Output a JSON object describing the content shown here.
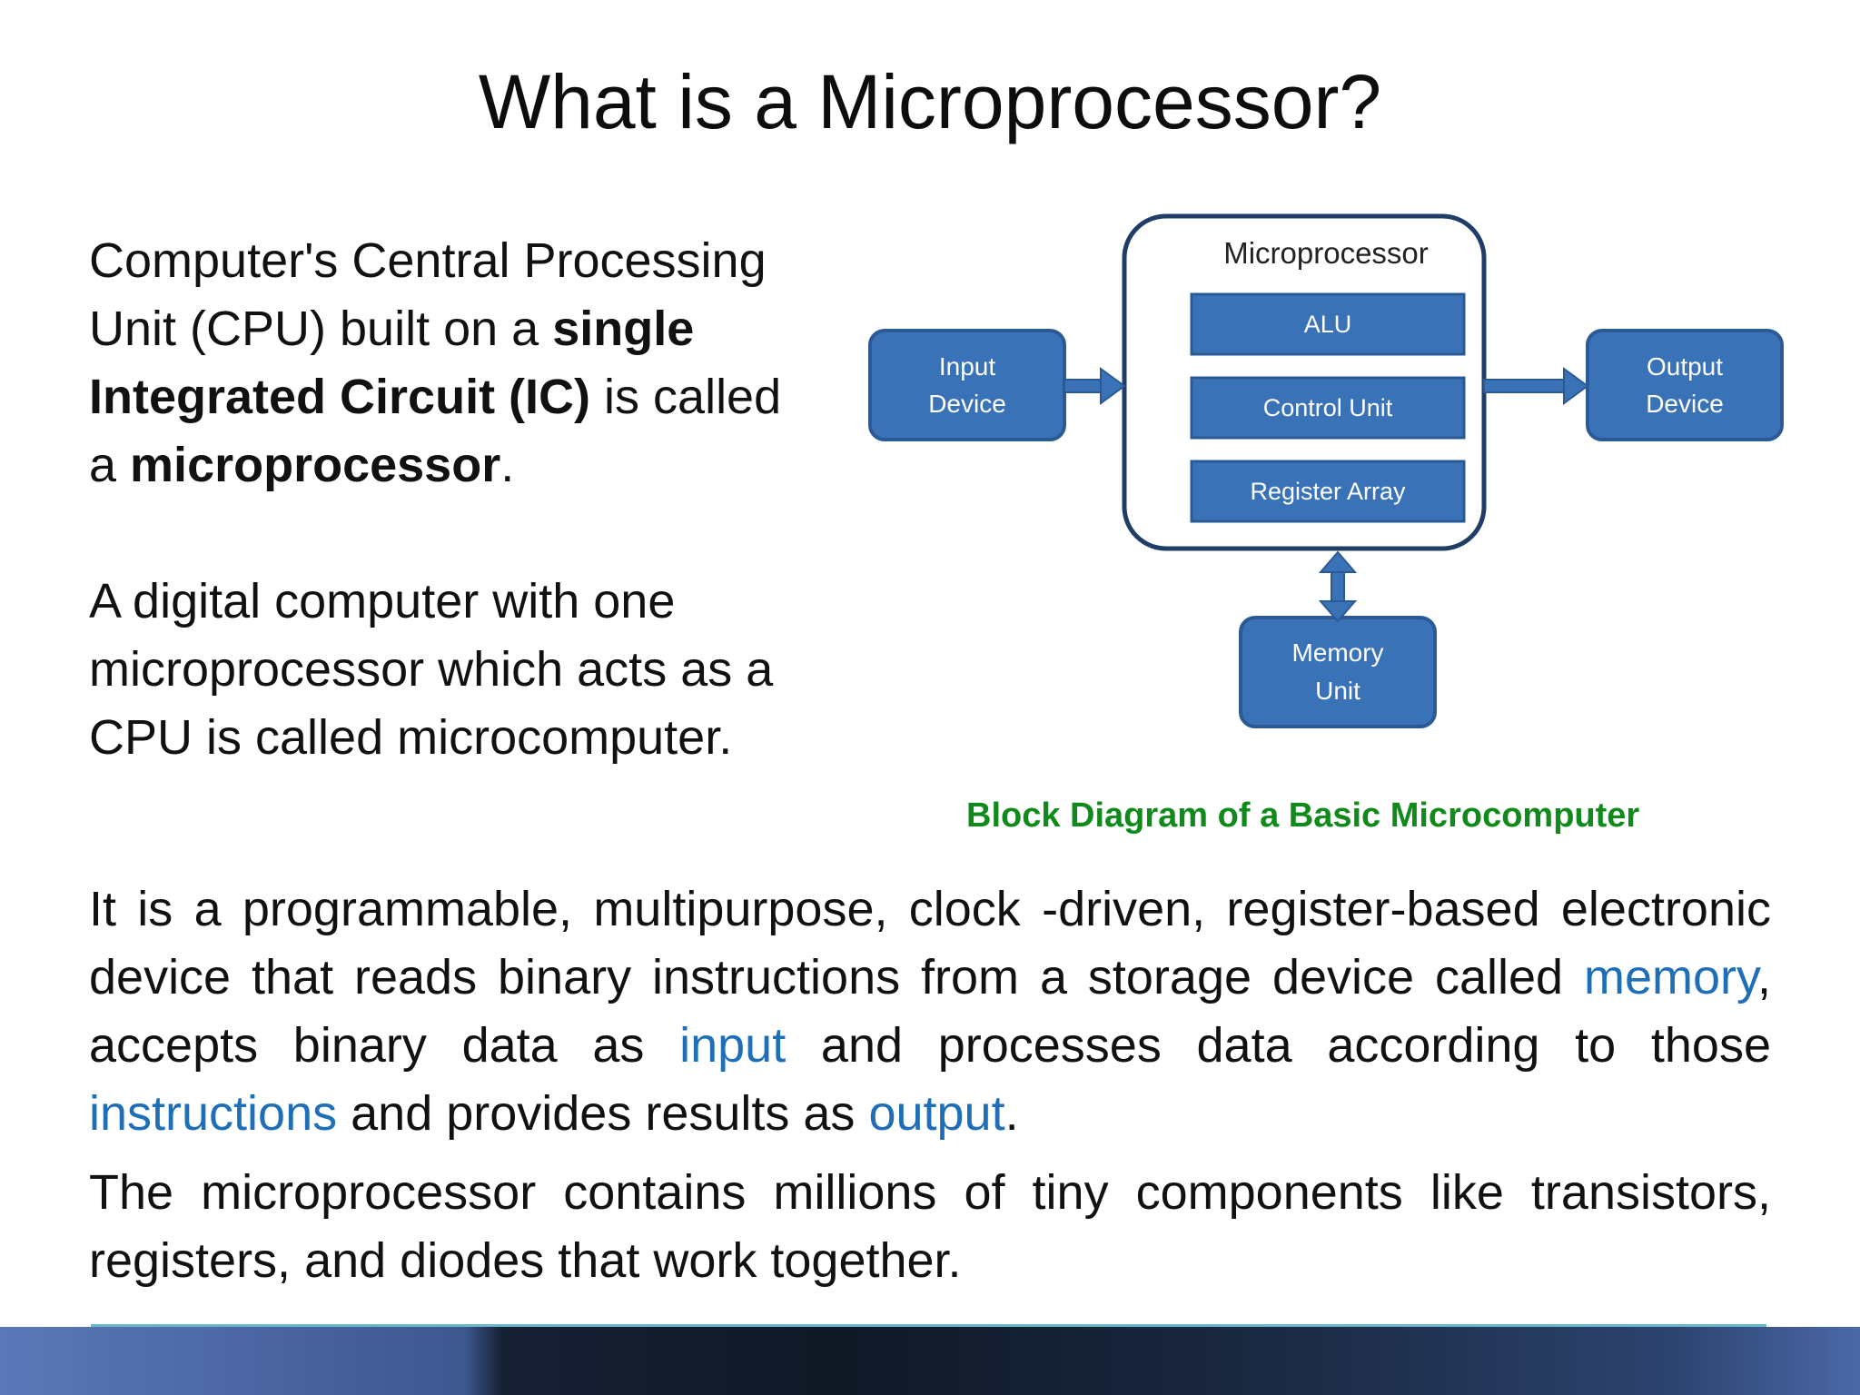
{
  "slide": {
    "title": "What is a Microprocessor?"
  },
  "intro": {
    "p1": {
      "t1": "Computer's Central Processing Unit (CPU) built on a ",
      "b1": "single Integrated Circuit (IC)",
      "t2": " is called a ",
      "b2": "microprocessor",
      "t3": "."
    },
    "p2": "A digital computer with one microprocessor which acts as a CPU is called microcomputer."
  },
  "diagram": {
    "title": "Microprocessor",
    "input_line1": "Input",
    "input_line2": "Device",
    "output_line1": "Output",
    "output_line2": "Device",
    "alu": "ALU",
    "control_unit": "Control Unit",
    "register_array": "Register Array",
    "memory_line1": "Memory",
    "memory_line2": "Unit",
    "colors": {
      "block_fill": "#3a72b8",
      "block_stroke": "#2a5a95",
      "container_stroke": "#1f3d66",
      "text": "#ffffff"
    }
  },
  "caption": "Block Diagram of a Basic Microcomputer",
  "description": {
    "p1": {
      "t1": "It is a programmable, multipurpose, clock -driven, register-based electronic device that reads binary instructions from a storage device called ",
      "l1": "memory",
      "t2": ", accepts binary data as ",
      "l2": "input",
      "t3": " and processes data according to those ",
      "l3": "instructions",
      "t4": " and provides results as ",
      "l4": "output",
      "t5": "."
    },
    "p2": "The microprocessor contains millions of tiny components like transistors, registers, and diodes that work together."
  },
  "colors": {
    "highlight": "#1f6fb8",
    "caption": "#118a1c"
  }
}
